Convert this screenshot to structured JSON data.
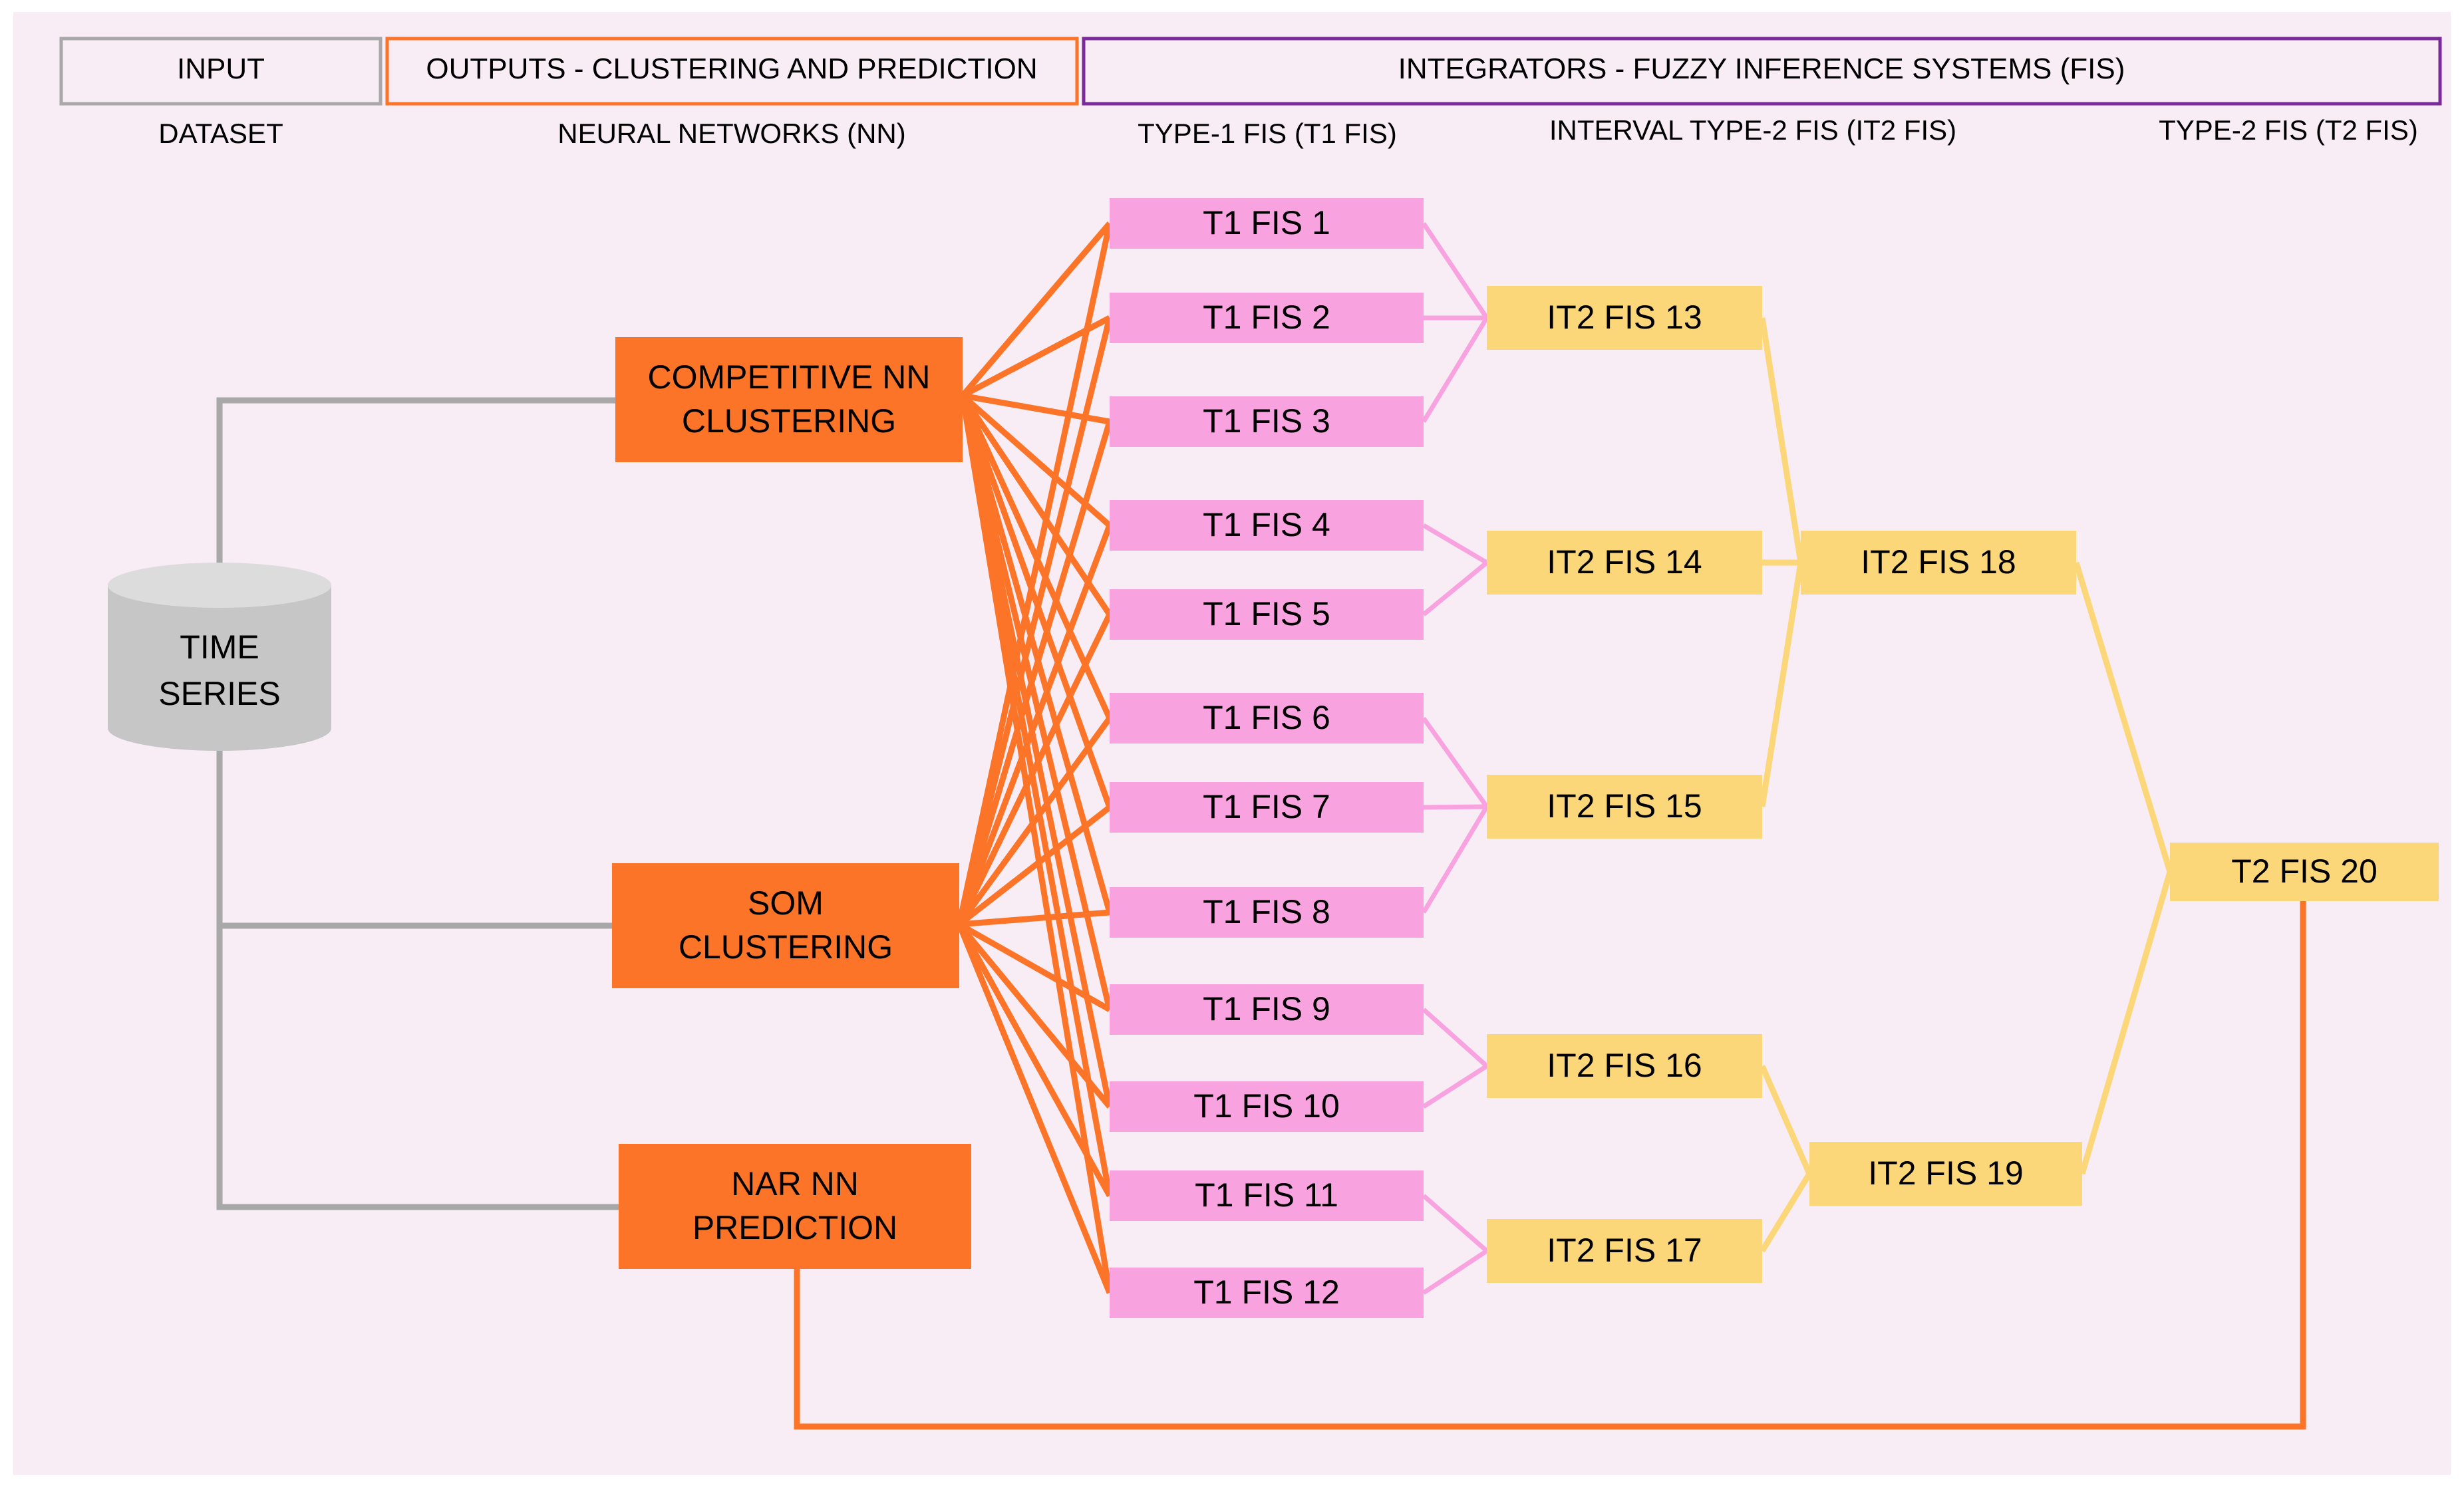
{
  "header": {
    "input": "INPUT",
    "outputs": "OUTPUTS - CLUSTERING AND PREDICTION",
    "integrators": "INTEGRATORS - FUZZY INFERENCE SYSTEMS (FIS)"
  },
  "subheaders": {
    "dataset": "DATASET",
    "nn": "NEURAL NETWORKS (NN)",
    "t1": "TYPE-1 FIS (T1 FIS)",
    "it2": "INTERVAL TYPE-2 FIS (IT2 FIS)",
    "t2": "TYPE-2 FIS (T2 FIS)"
  },
  "dataset": {
    "line1": "TIME",
    "line2": "SERIES"
  },
  "nn": {
    "competitive": {
      "line1": "COMPETITIVE NN",
      "line2": "CLUSTERING"
    },
    "som": {
      "line1": "SOM",
      "line2": "CLUSTERING"
    },
    "nar": {
      "line1": "NAR NN",
      "line2": "PREDICTION"
    }
  },
  "t1": [
    "T1 FIS 1",
    "T1 FIS 2",
    "T1 FIS 3",
    "T1 FIS 4",
    "T1 FIS 5",
    "T1 FIS 6",
    "T1 FIS 7",
    "T1 FIS 8",
    "T1 FIS 9",
    "T1 FIS 10",
    "T1 FIS 11",
    "T1 FIS 12"
  ],
  "it2": [
    "IT2 FIS 13",
    "IT2 FIS 14",
    "IT2 FIS 15",
    "IT2 FIS 16",
    "IT2 FIS 17"
  ],
  "it2b": [
    "IT2 FIS 18",
    "IT2 FIS 19"
  ],
  "t2": "T2 FIS 20",
  "colors": {
    "background": "#f8ecf5",
    "nn": "#fb7428",
    "t1": "#f8a3df",
    "it2": "#fcd77a",
    "gray": "#a8a8a8",
    "purple": "#7a2a9a"
  }
}
